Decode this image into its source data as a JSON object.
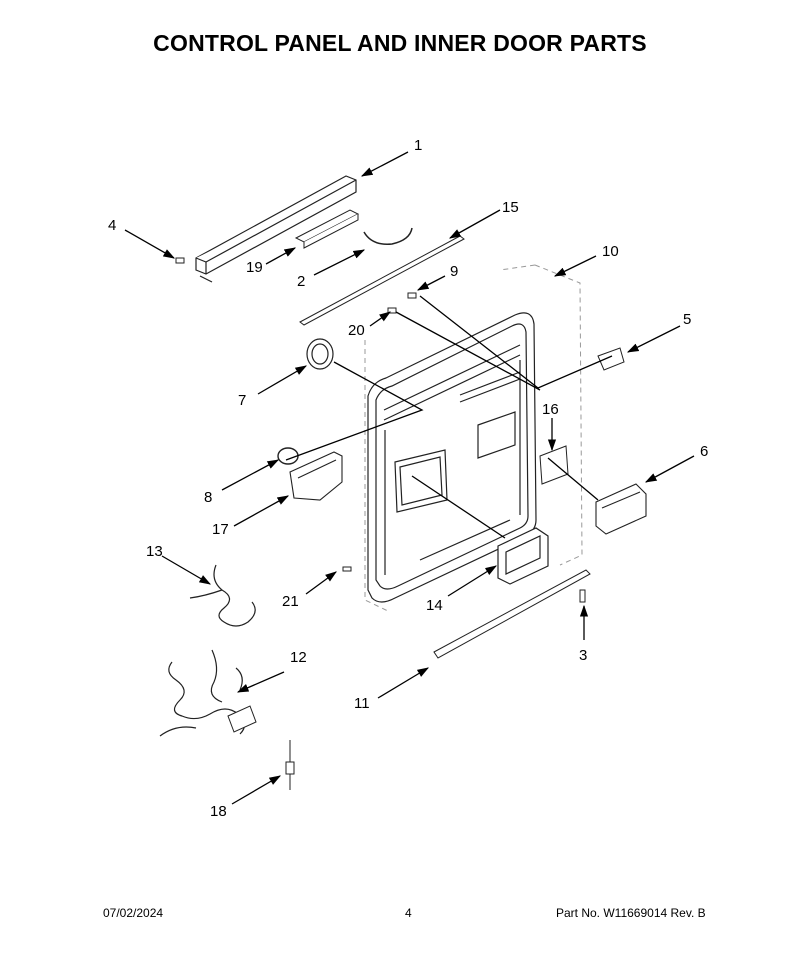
{
  "page": {
    "title": "CONTROL PANEL AND INNER DOOR PARTS",
    "footer": {
      "date": "07/02/2024",
      "page_number": "4",
      "part_number": "Part No.  W11669014  Rev.  B"
    }
  },
  "callouts": [
    {
      "id": "1",
      "label": "1"
    },
    {
      "id": "2",
      "label": "2"
    },
    {
      "id": "3",
      "label": "3"
    },
    {
      "id": "4",
      "label": "4"
    },
    {
      "id": "5",
      "label": "5"
    },
    {
      "id": "6",
      "label": "6"
    },
    {
      "id": "7",
      "label": "7"
    },
    {
      "id": "8",
      "label": "8"
    },
    {
      "id": "9",
      "label": "9"
    },
    {
      "id": "10",
      "label": "10"
    },
    {
      "id": "11",
      "label": "11"
    },
    {
      "id": "12",
      "label": "12"
    },
    {
      "id": "13",
      "label": "13"
    },
    {
      "id": "14",
      "label": "14"
    },
    {
      "id": "15",
      "label": "15"
    },
    {
      "id": "16",
      "label": "16"
    },
    {
      "id": "17",
      "label": "17"
    },
    {
      "id": "18",
      "label": "18"
    },
    {
      "id": "19",
      "label": "19"
    },
    {
      "id": "20",
      "label": "20"
    },
    {
      "id": "21",
      "label": "21"
    }
  ]
}
